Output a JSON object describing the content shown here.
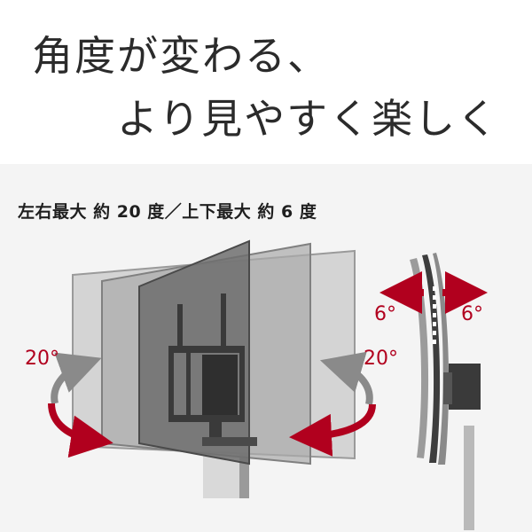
{
  "headline": {
    "line1": "角度が変わる、",
    "line2": "より見やすく楽しく"
  },
  "subtitle": "左右最大 約 20 度／上下最大 約 6 度",
  "labels": {
    "left_swivel": "20°",
    "right_swivel": "20°",
    "tilt_forward": "6°",
    "tilt_back": "6°"
  },
  "colors": {
    "accent_red": "#b1001e",
    "text_dark": "#2b2b2b",
    "stage_bg": "#f4f4f4",
    "arrow_gray": "#8a8a8a"
  },
  "icons": {
    "swivel_arrows": "curved-arrow",
    "tilt_arrows": "double-horizontal-arrow"
  }
}
